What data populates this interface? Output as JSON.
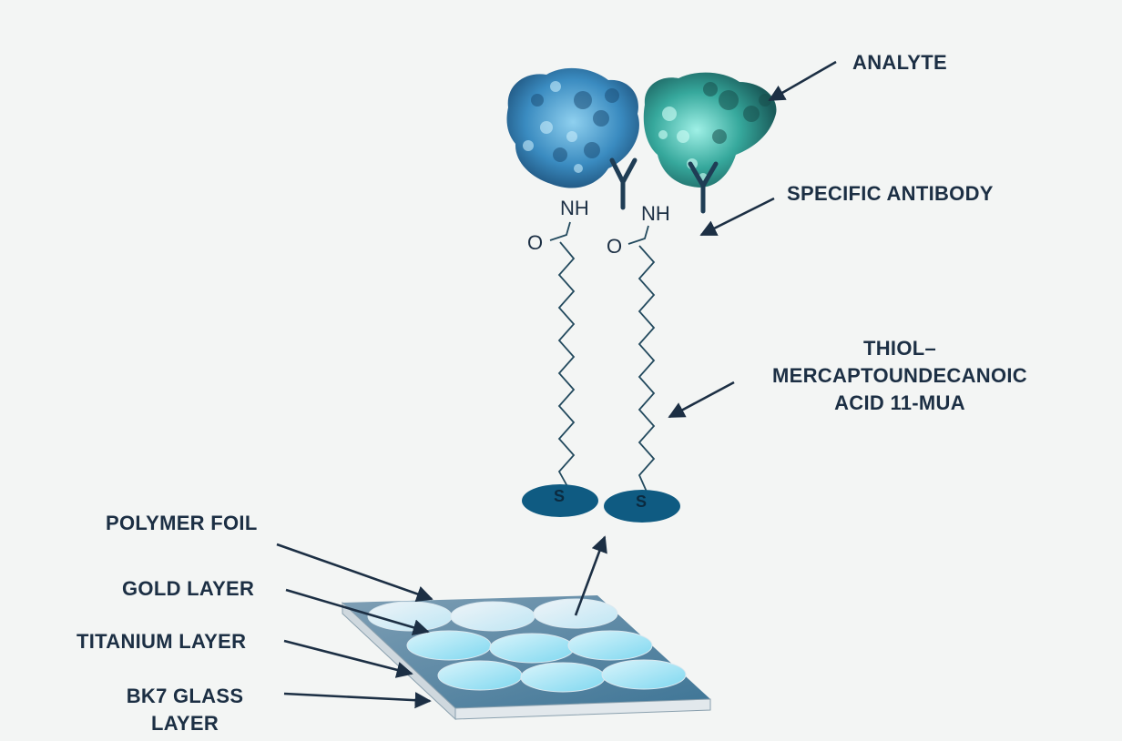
{
  "labels": {
    "analyte": "ANALYTE",
    "antibody": "SPECIFIC ANTIBODY",
    "thiol": [
      "THIOL–",
      "MERCAPTOUNDECANOIC",
      "ACID 11-MUA"
    ],
    "polymer_foil": "POLYMER FOIL",
    "gold_layer": "GOLD LAYER",
    "titanium_layer": "TITANIUM LAYER",
    "bk7_glass": [
      "BK7 GLASS",
      "LAYER"
    ]
  },
  "chem": {
    "nh": "NH",
    "o": "O",
    "s": "S"
  },
  "colors": {
    "text": "#1c2f44",
    "anchor": "#0f5b82",
    "protein_left": "#2e7fb0",
    "protein_right": "#2f9e95",
    "chip_top": "#5e88a6"
  }
}
